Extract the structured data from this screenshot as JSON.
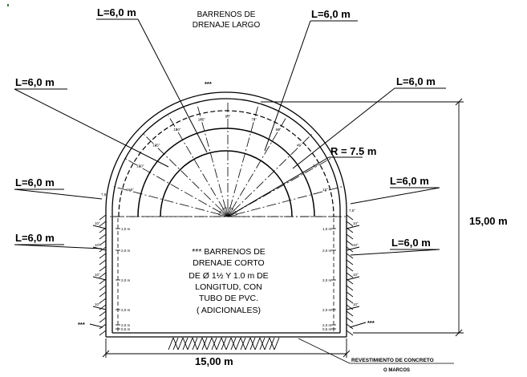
{
  "title": {
    "line1": "BARRENOS DE",
    "line2": "DRENAJE  LARGO"
  },
  "length_labels": {
    "top_left": "L=6,0 m",
    "top_right": "L=6,0 m",
    "upper_left": "L=6,0 m",
    "upper_right": "L=6,0 m",
    "mid_left": "L=6,0 m",
    "mid_right": "L=6,0 m",
    "low_left": "L=6,0 m",
    "low_right": "L=6,0 m"
  },
  "radius_label": "R = 7.5 m",
  "crown_marker": "***",
  "side_markers": {
    "left": "***",
    "right": "***"
  },
  "note": {
    "line1": "*** BARRENOS DE",
    "line2": "DRENAJE  CORTO",
    "line3": "DE Ø 1½ Y 1.0 m DE",
    "line4": "LONGITUD, CON",
    "line5": "TUBO DE PVC.",
    "line6": "( ADICIONALES)"
  },
  "dimensions": {
    "height": "15,00 m",
    "width": "15,00 m"
  },
  "lining_label": {
    "line1": "REVESTIMIENTO DE CONCRETO",
    "line2": "O MARCOS"
  },
  "spacing_labels": [
    "1,0 m",
    "2,0 m",
    "2,0 m",
    "2,0 m",
    "2,0 m",
    "0,5 m"
  ],
  "arc_angle_labels": [
    "15°",
    "30°",
    "45°",
    "60°",
    "75°",
    "90°",
    "105°",
    "120°",
    "135°",
    "150°",
    "165°"
  ],
  "edge_marks": {
    "left_top": "7,5°",
    "right_top": "7,5°",
    "left_wall": "10°",
    "right_wall": "10°"
  }
}
